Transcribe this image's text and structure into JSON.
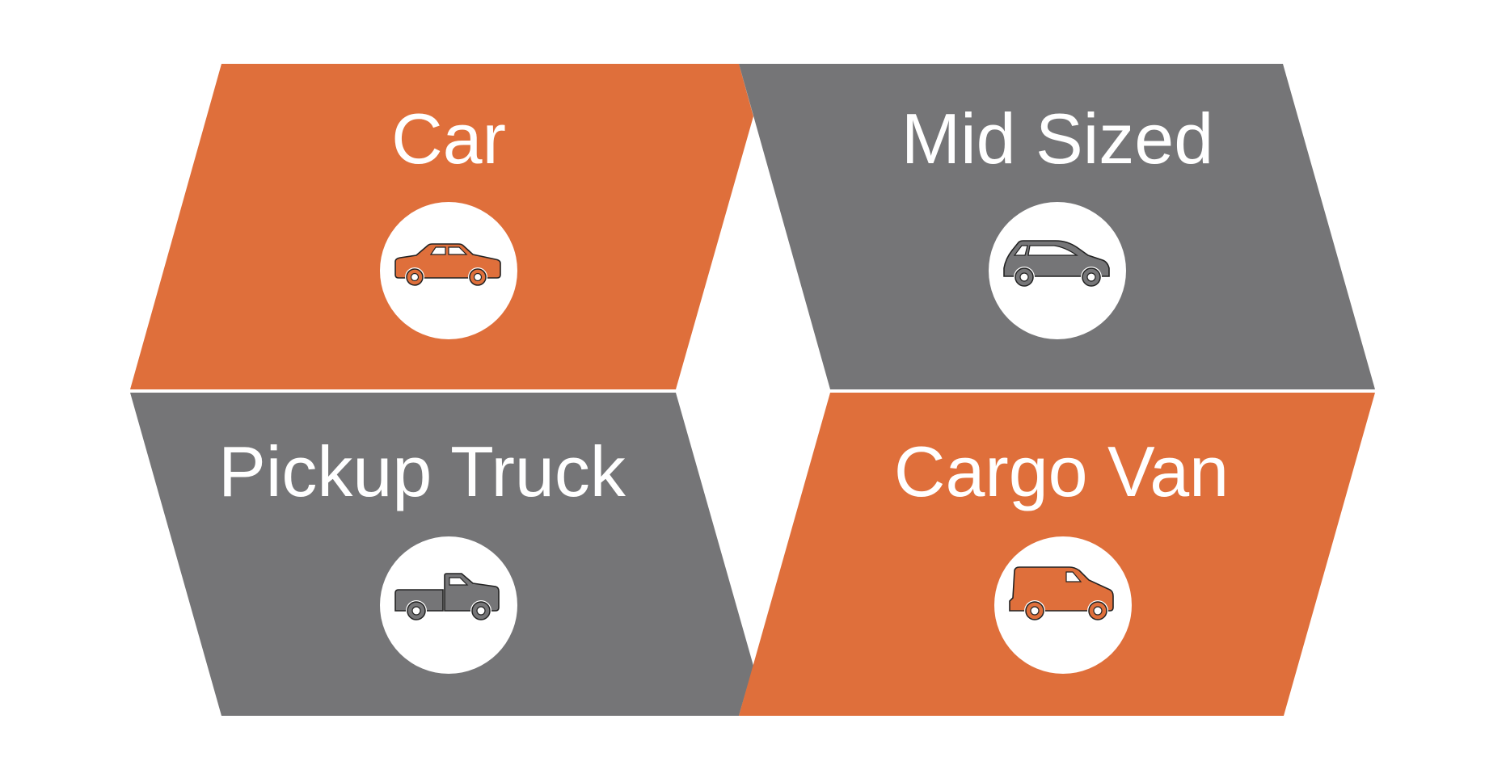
{
  "colors": {
    "orange": "#DF6F3B",
    "gray": "#757577",
    "white": "#FFFFFF",
    "background": "#FFFFFF"
  },
  "panels": [
    {
      "id": "car",
      "label": "Car",
      "color": "orange",
      "icon": "sedan-car-icon",
      "position": "top-left"
    },
    {
      "id": "mid-sized",
      "label": "Mid Sized",
      "color": "gray",
      "icon": "hatchback-car-icon",
      "position": "top-right"
    },
    {
      "id": "pickup-truck",
      "label": "Pickup Truck",
      "color": "gray",
      "icon": "pickup-truck-icon",
      "position": "bottom-left"
    },
    {
      "id": "cargo-van",
      "label": "Cargo Van",
      "color": "orange",
      "icon": "cargo-van-icon",
      "position": "bottom-right"
    }
  ]
}
